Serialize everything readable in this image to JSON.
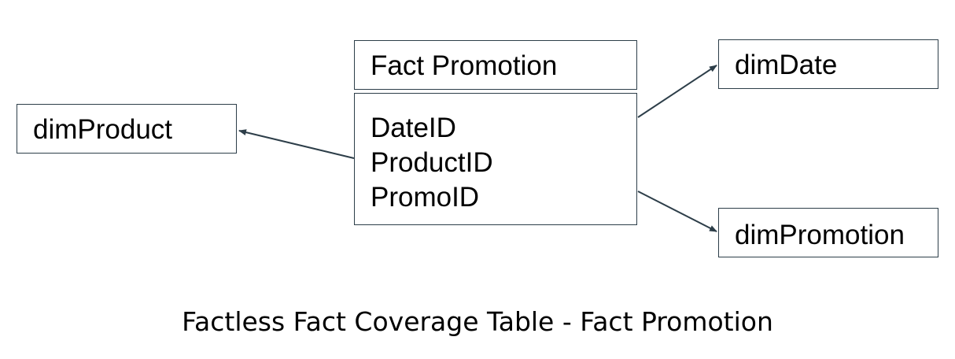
{
  "fact_table": {
    "title": "Fact Promotion",
    "fields": [
      "DateID",
      "ProductID",
      "PromoID"
    ]
  },
  "dimensions": {
    "product": "dimProduct",
    "date": "dimDate",
    "promotion": "dimPromotion"
  },
  "caption": "Factless Fact Coverage Table - Fact Promotion",
  "colors": {
    "border": "#2d3e49",
    "arrow": "#2d3e49",
    "text": "#000000"
  }
}
